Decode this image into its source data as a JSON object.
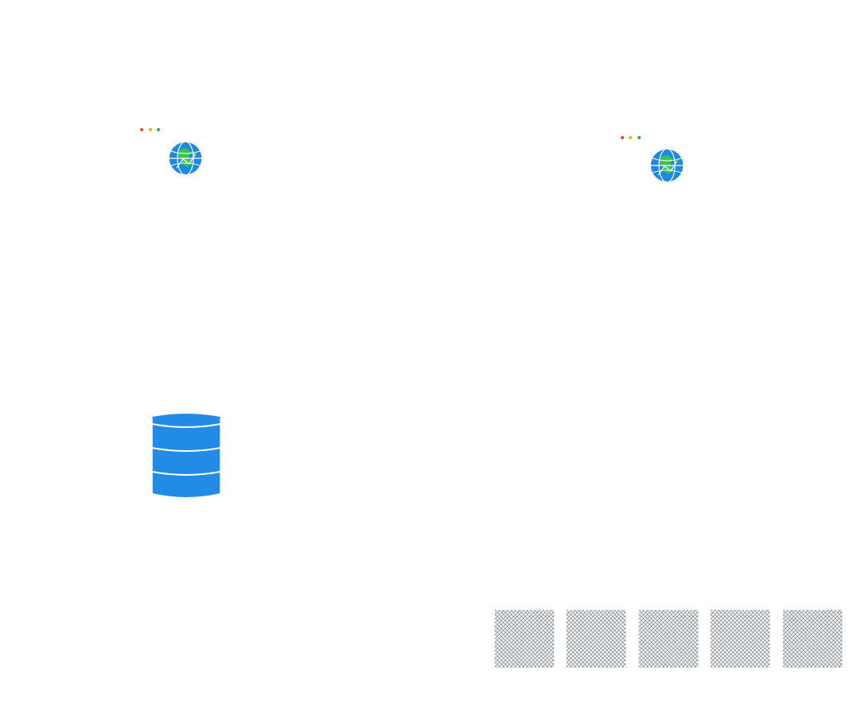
{
  "colors": {
    "background": "#ffffff",
    "dot_red": "#ea4335",
    "dot_yellow": "#f9ab00",
    "dot_green": "#34a853",
    "globe_blue": "#1e88e5",
    "globe_land": "#3cc44a",
    "database_blue": "#228be6",
    "hatch_gray": "#868e96"
  },
  "icons": {
    "browser_dots": [
      "window-control-red",
      "window-control-yellow",
      "window-control-green"
    ],
    "globe": "globe-icon",
    "database": "database-icon",
    "tile": "hatched-tile"
  },
  "tiles": {
    "count": 5
  }
}
